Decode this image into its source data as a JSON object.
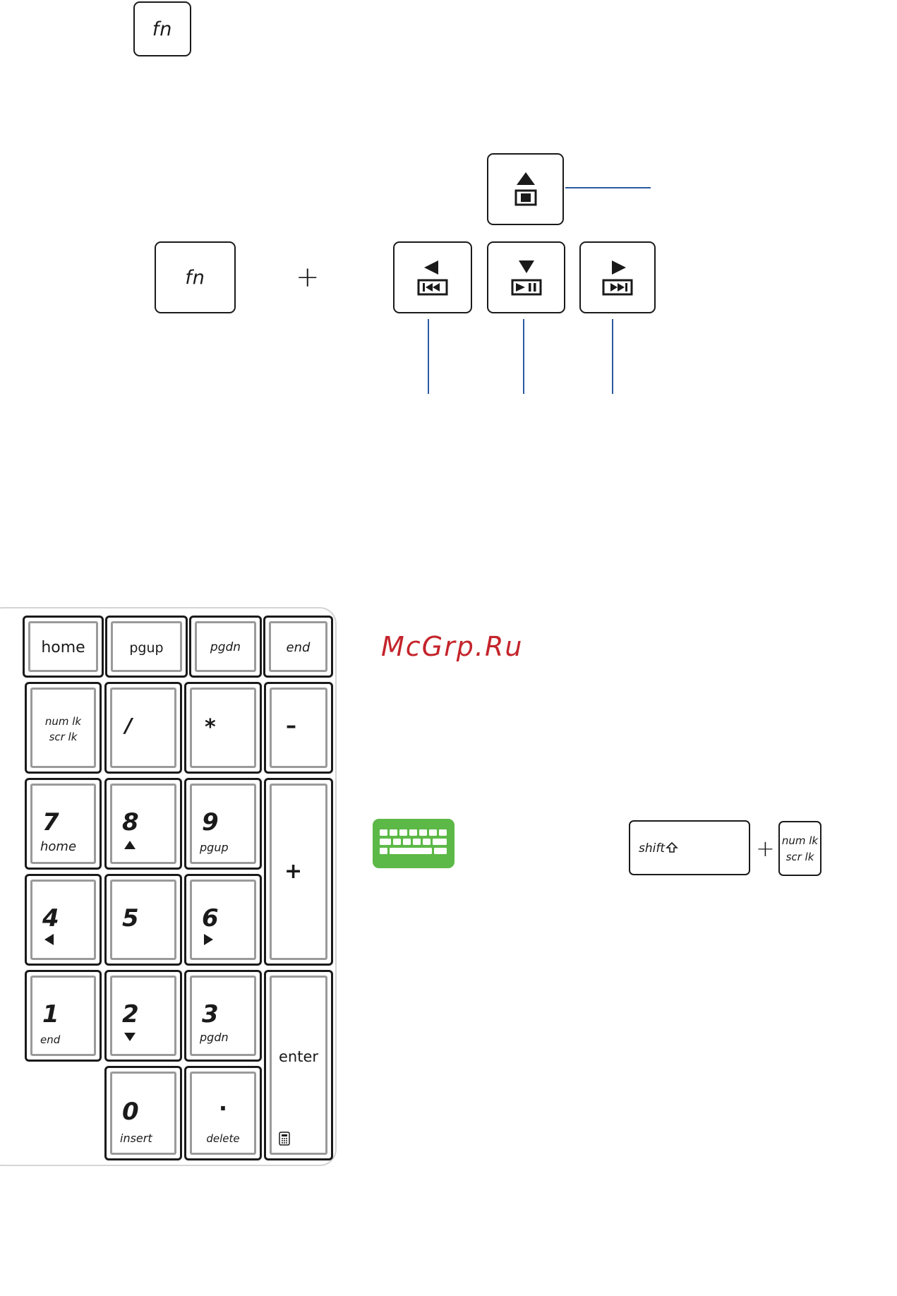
{
  "top_fn_key": {
    "label": "fn"
  },
  "combo": {
    "fn_label": "fn",
    "plus": "+"
  },
  "media_keys": [
    {
      "name": "stop-key",
      "icon": "eject-stop-icon"
    },
    {
      "name": "previous-track-key",
      "icon": "previous-track-icon"
    },
    {
      "name": "play-pause-key",
      "icon": "play-pause-icon"
    },
    {
      "name": "next-track-key",
      "icon": "next-track-icon"
    }
  ],
  "numpad": {
    "top_row": [
      "home",
      "pgup",
      "pgdn",
      "end"
    ],
    "numlock": {
      "line1": "num lk",
      "line2": "scr lk"
    },
    "slash": "/",
    "asterisk": "*",
    "minus": "–",
    "plus": "+",
    "enter": "enter",
    "keys": {
      "k7": {
        "num": "7",
        "sub": "home"
      },
      "k8": {
        "num": "8"
      },
      "k9": {
        "num": "9",
        "sub": "pgup"
      },
      "k4": {
        "num": "4"
      },
      "k5": {
        "num": "5"
      },
      "k6": {
        "num": "6"
      },
      "k1": {
        "num": "1",
        "sub": "end"
      },
      "k2": {
        "num": "2"
      },
      "k3": {
        "num": "3",
        "sub": "pgdn"
      },
      "k0": {
        "num": "0",
        "sub": "insert"
      },
      "kdot": {
        "num": ".",
        "sub": "delete"
      }
    }
  },
  "watermark": "McGrp.Ru",
  "shortcut": {
    "shift_label": "shift",
    "plus": "+",
    "numlock_line1": "num lk",
    "numlock_line2": "scr lk"
  },
  "colors": {
    "callout_line": "#2a5aa0",
    "watermark": "#c4242b",
    "keyboard_icon_bg": "#5cb947"
  }
}
